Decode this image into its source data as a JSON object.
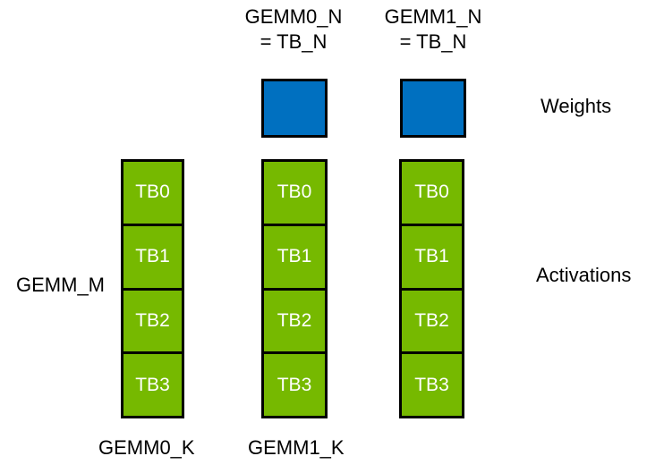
{
  "colors": {
    "weights_fill": "#0070C0",
    "activations_fill": "#76B900",
    "border": "#000000",
    "cell_text": "#FFFFFF",
    "label_text": "#000000"
  },
  "top_labels": [
    {
      "line1": "GEMM0_N",
      "line2": "= TB_N"
    },
    {
      "line1": "GEMM1_N",
      "line2": "= TB_N"
    }
  ],
  "side_labels": {
    "weights": "Weights",
    "activations": "Activations",
    "gemm_m": "GEMM_M"
  },
  "bottom_labels": [
    "GEMM0_K",
    "GEMM1_K"
  ],
  "columns": [
    {
      "cells": [
        "TB0",
        "TB1",
        "TB2",
        "TB3"
      ]
    },
    {
      "cells": [
        "TB0",
        "TB1",
        "TB2",
        "TB3"
      ]
    },
    {
      "cells": [
        "TB0",
        "TB1",
        "TB2",
        "TB3"
      ]
    }
  ]
}
